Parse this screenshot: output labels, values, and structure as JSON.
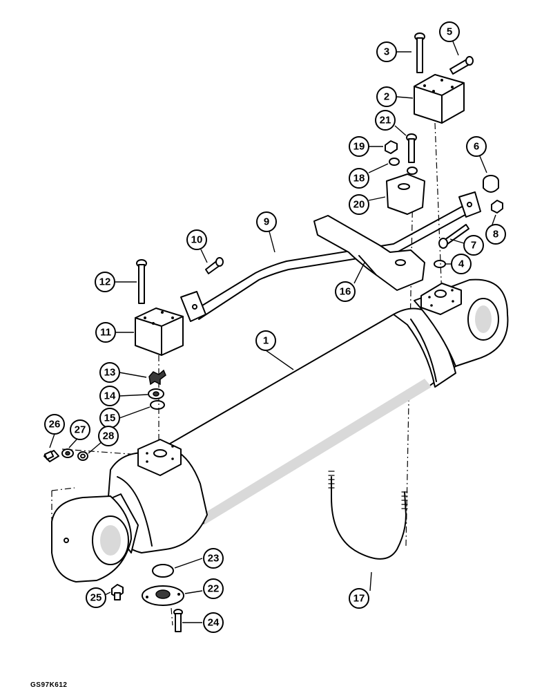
{
  "diagram_code": "GS97K612",
  "callouts": [
    "1",
    "2",
    "3",
    "4",
    "5",
    "6",
    "7",
    "8",
    "9",
    "10",
    "11",
    "12",
    "13",
    "14",
    "15",
    "16",
    "17",
    "18",
    "19",
    "20",
    "21",
    "22",
    "23",
    "24",
    "25",
    "26",
    "27",
    "28"
  ]
}
